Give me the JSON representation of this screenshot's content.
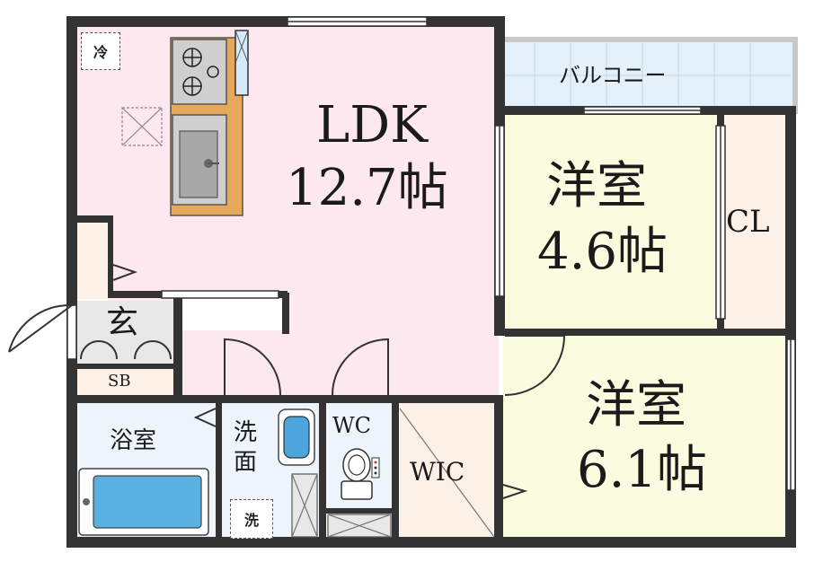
{
  "rooms": {
    "ldk": {
      "name": "LDK",
      "size": "12.7帖"
    },
    "western1": {
      "name": "洋室",
      "size": "4.6帖"
    },
    "western2": {
      "name": "洋室",
      "size": "6.1帖"
    },
    "balcony": "バルコニー",
    "closet": "CL",
    "entrance": "玄",
    "shoe_box": "SB",
    "bath": "浴室",
    "washroom": "洗\n面",
    "toilet": "WC",
    "wic": "WIC"
  },
  "marks": {
    "fridge": "冷",
    "washer": "洗"
  },
  "colors": {
    "wall": "#333333",
    "ldk_floor": "#fde8f0",
    "western_floor": "#fbfbe0",
    "wet_floor": "#eef4fb",
    "balcony_floor": "#e4f1fb",
    "closet_floor": "#fdf0e6",
    "kitchen_counter": "#e6a85a",
    "bathtub": "#5ab0e0"
  }
}
